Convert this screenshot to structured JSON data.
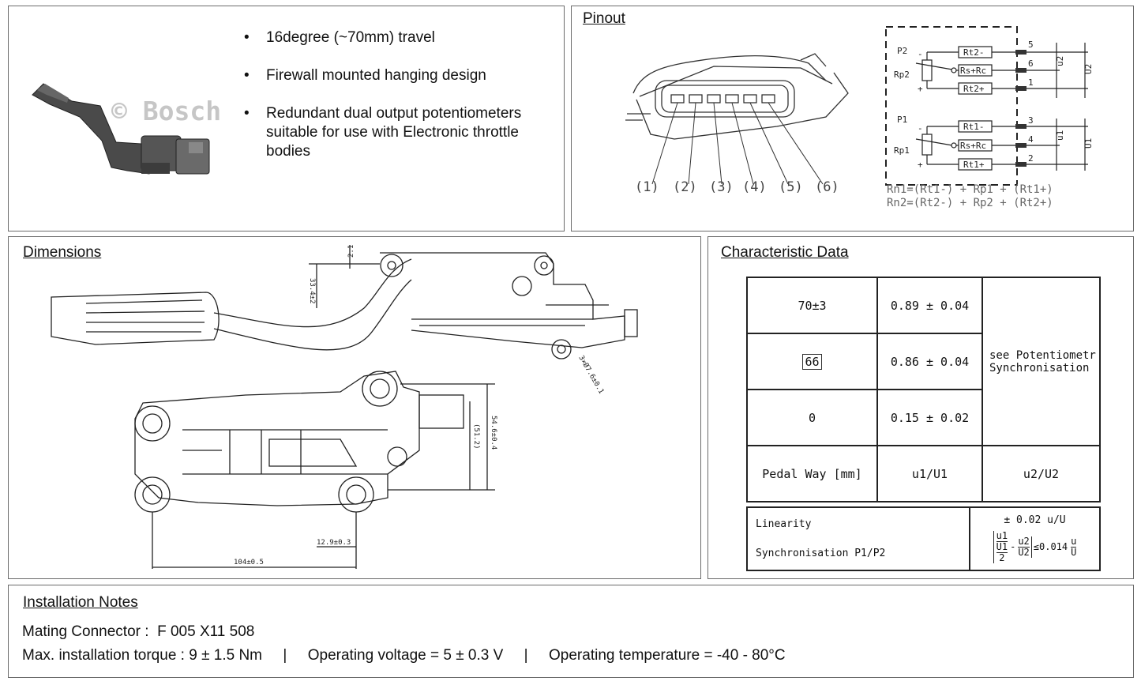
{
  "product": {
    "watermark": "© Bosch",
    "features": [
      "16degree (~70mm) travel",
      "Firewall mounted hanging design",
      "Redundant dual output potentiometers suitable for use with  Electronic throttle bodies"
    ]
  },
  "pinout": {
    "title": "Pinout",
    "pin_labels": [
      "(1)",
      "(2)",
      "(3)",
      "(4)",
      "(5)",
      "(6)"
    ],
    "schematic": {
      "p2": "P2",
      "p1": "P1",
      "rp2": "Rp2",
      "rp1": "Rp1",
      "minus": "-",
      "plus": "+",
      "resistors_p2": [
        "Rt2-",
        "Rs+Rc",
        "Rt2+"
      ],
      "resistors_p1": [
        "Rt1-",
        "Rs+Rc",
        "Rt1+"
      ],
      "pins_p2": [
        "5",
        "6",
        "1"
      ],
      "pins_p1": [
        "3",
        "4",
        "2"
      ],
      "outputs": [
        "u2",
        "U2",
        "u1",
        "U1"
      ]
    },
    "formula_1": "Rn1=(Rt1-) + Rp1 + (Rt1+)",
    "formula_2": "Rn2=(Rt2-) + Rp2 + (Rt2+)"
  },
  "dimensions": {
    "title": "Dimensions",
    "labels": {
      "d_2_1": "2.1",
      "d_33_4": "33.4±2",
      "d_holes": "3×Ø7.6±0.1",
      "d_54_6": "54.6±0.4",
      "d_51_2": "(51.2)",
      "d_12_9": "12.9±0.3",
      "d_104": "104±0.5"
    }
  },
  "characteristic": {
    "title": "Characteristic Data",
    "rows": [
      {
        "pedal": "70±3",
        "u1": "0.89 ± 0.04"
      },
      {
        "pedal": "66",
        "u1": "0.86 ± 0.04"
      },
      {
        "pedal": "0",
        "u1": "0.15 ± 0.02"
      }
    ],
    "u2_note": "see Potentiometr Synchronisation",
    "header": {
      "pedal": "Pedal Way [mm]",
      "u1": "u1/U1",
      "u2": "u2/U2"
    },
    "linearity_label": "Linearity",
    "linearity_value": "± 0.02 u/U",
    "sync_label": "Synchronisation P1/P2",
    "sync_formula": {
      "u1": "u1",
      "U1": "U1",
      "u2": "u2",
      "U2": "U2",
      "two": "2",
      "minus": "-",
      "limit": "≤0.014",
      "u": "u",
      "U": "U"
    }
  },
  "installation": {
    "title": "Installation Notes",
    "mating_connector": "Mating Connector :  F 005 X11 508",
    "specs_line": "Max. installation torque : 9 ± 1.5 Nm     |     Operating voltage = 5 ± 0.3 V     |     Operating temperature = -40 - 80°C"
  }
}
